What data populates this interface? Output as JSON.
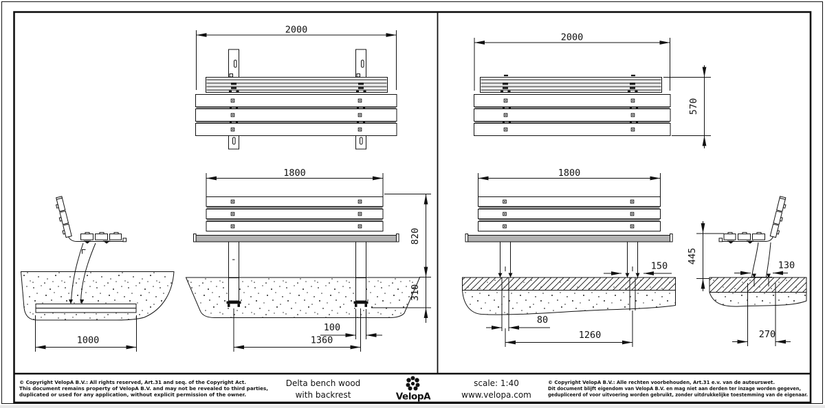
{
  "drawing": {
    "left_panel": {
      "plan_view": {
        "width_dim": "2000"
      },
      "front_view": {
        "width_dim": "1800",
        "height_above_ground_dim": "820",
        "foundation_depth_dim": "310",
        "leg_spacing_dim": "1360",
        "leg_width_dim": "100"
      },
      "side_view": {
        "base_plate_dim": "1000"
      }
    },
    "right_panel": {
      "plan_view": {
        "width_dim": "2000",
        "depth_dim": "570"
      },
      "front_view": {
        "width_dim": "1800",
        "seat_height_dim": "445",
        "anchor_plate_dim": "150",
        "bolt_spacing_dim": "80",
        "anchor_spacing_dim": "1260"
      },
      "side_view": {
        "plate_width_dim": "130",
        "footprint_dim": "270"
      }
    }
  },
  "title_block": {
    "copyright_en": {
      "line1": "© Copyright VelopA B.V.: All rights reserved, Art.31 and seq. of the Copyright Act.",
      "line2": "This document remains property of VelopA B.V. and may not be revealed to third parties,",
      "line3": "duplicated or used for any application, without explicit permission of the owner."
    },
    "product": {
      "line1": "Delta bench wood",
      "line2": "with backrest"
    },
    "logo_text": "VelopA",
    "scale_label": "scale: 1:40",
    "website": "www.velopa.com",
    "copyright_nl": {
      "line1": "© Copyright VelopA B.V.: Alle rechten voorbehouden, Art.31 e.v. van de auteurswet.",
      "line2": "Dit document blijft eigendom van VelopA B.V. en mag niet aan derden ter inzage worden gegeven,",
      "line3": "gedupliceerd of voor uitvoering worden gebruikt, zonder uitdrukkelijke toestemming van de eigenaar."
    }
  },
  "colors": {
    "ink": "#111111",
    "slat_gap_gray": "#8f8f8f",
    "rail_gray": "#b2b2b2",
    "paper": "#ffffff"
  }
}
